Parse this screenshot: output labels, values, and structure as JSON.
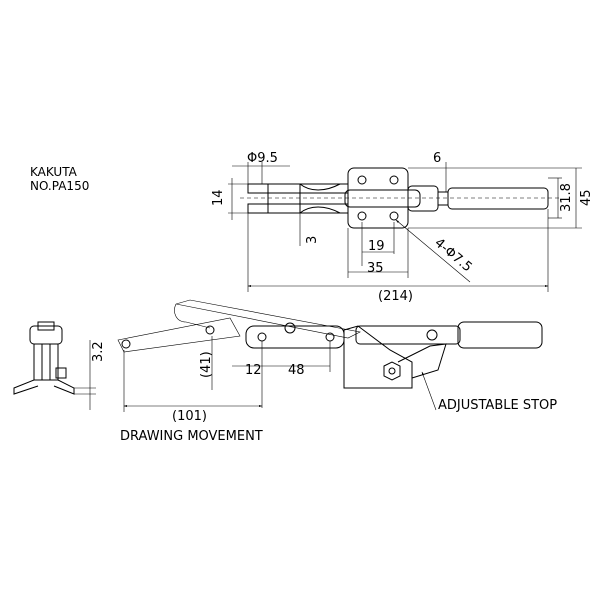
{
  "maker": "KAKUTA",
  "model": "NO.PA150",
  "top_view": {
    "dim_diameter": "Φ9.5",
    "dim_6": "6",
    "dim_14": "14",
    "dim_31_8": "31.8",
    "dim_45": "45",
    "dim_3": "3",
    "dim_19": "19",
    "dim_35": "35",
    "dim_holes": "4-Φ7.5",
    "dim_214": "(214)"
  },
  "side_view": {
    "dim_3_2": "3.2",
    "dim_41": "(41)",
    "dim_12": "12",
    "dim_48": "48",
    "dim_101": "(101)",
    "label_movement": "DRAWING MOVEMENT",
    "label_stop": "ADJUSTABLE STOP"
  }
}
